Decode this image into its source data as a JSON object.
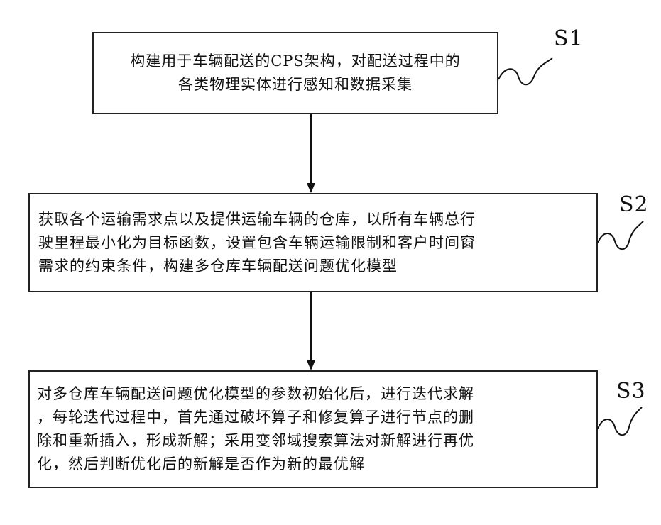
{
  "steps": [
    {
      "id": "S1",
      "label": "S1",
      "lines": [
        "构建用于车辆配送的CPS架构，对配送过程中的",
        "各类物理实体进行感知和数据采集"
      ]
    },
    {
      "id": "S2",
      "label": "S2",
      "lines": [
        "获取各个运输需求点以及提供运输车辆的仓库，以所有车辆总行",
        "驶里程最小化为目标函数，设置包含车辆运输限制和客户时间窗",
        "需求的约束条件，构建多仓库车辆配送问题优化模型"
      ]
    },
    {
      "id": "S3",
      "label": "S3",
      "lines": [
        "对多仓库车辆配送问题优化模型的参数初始化后，进行迭代求解",
        "，每轮迭代过程中，首先通过破坏算子和修复算子进行节点的删",
        "除和重新插入，形成新解；采用变邻域搜索算法对新解进行再优",
        "化，然后判断优化后的新解是否作为新的最优解"
      ]
    }
  ]
}
